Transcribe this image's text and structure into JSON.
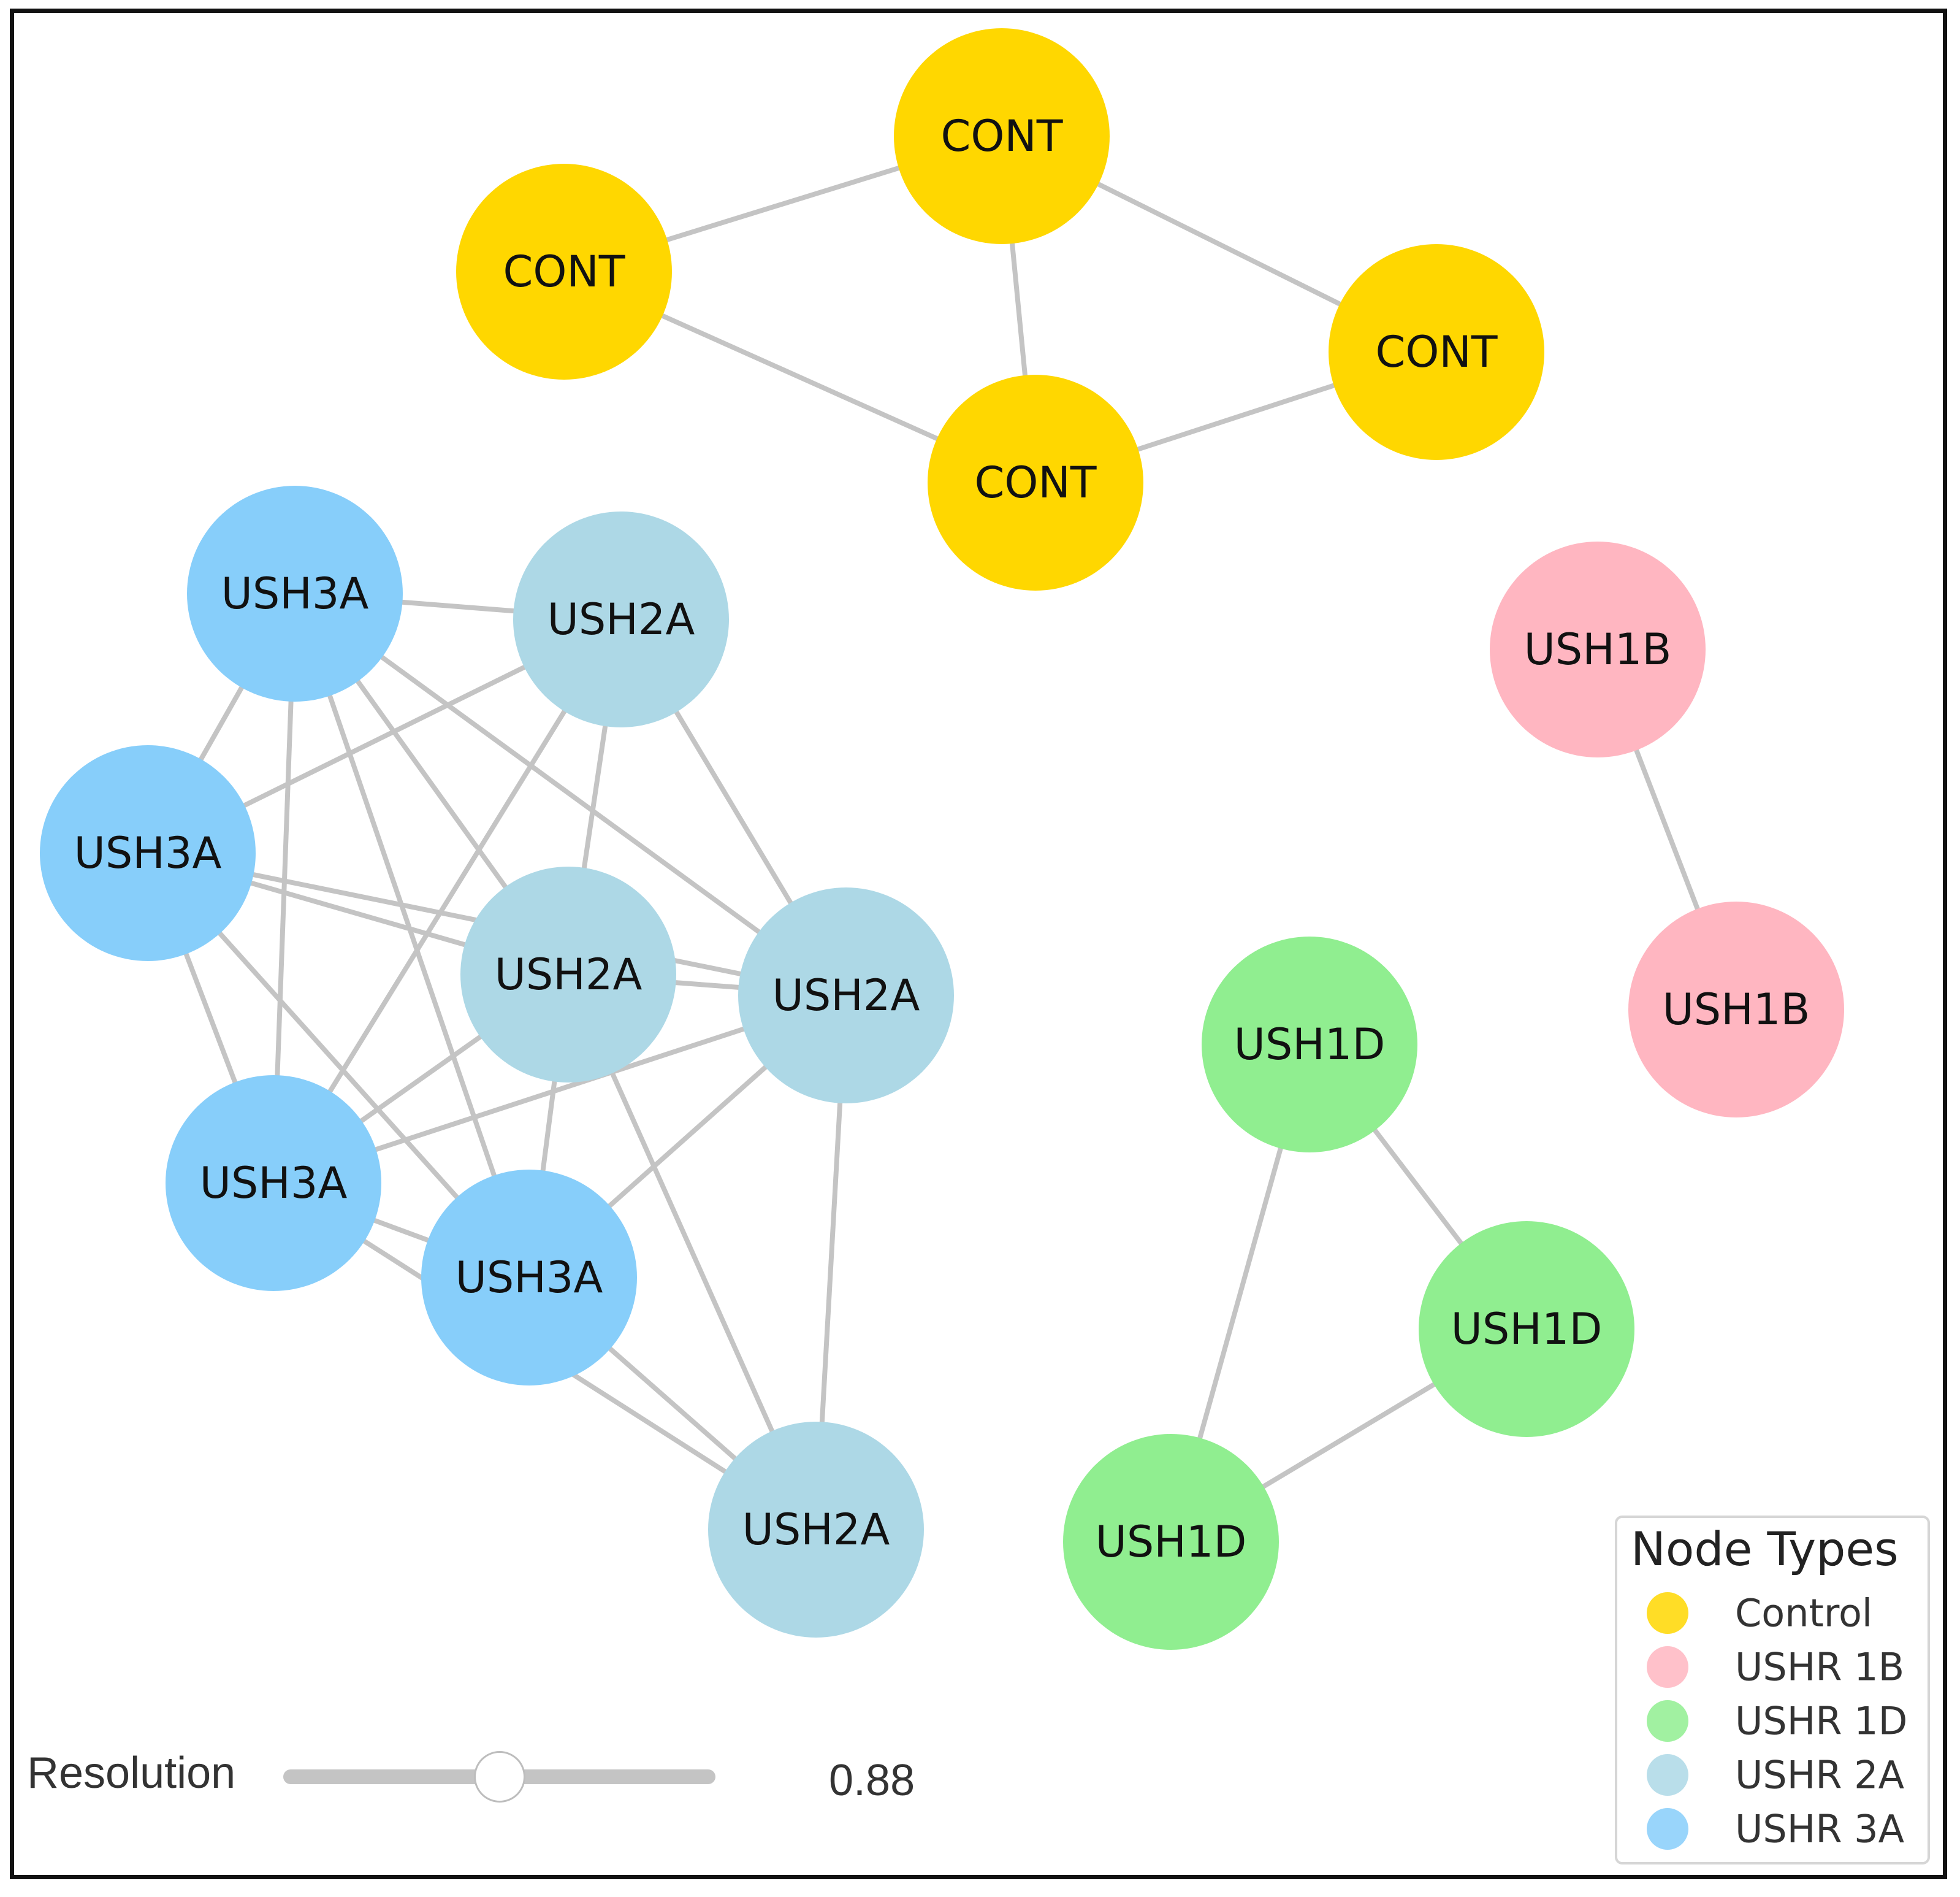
{
  "colors": {
    "control": "#FFD700",
    "ushr_1b": "#FFB6C1",
    "ushr_1d": "#90EE90",
    "ushr_2a": "#ADD8E6",
    "ushr_3a": "#87CEFA",
    "edge": "#c4c4c4"
  },
  "nodes": [
    {
      "id": "c_top",
      "label": "CONT",
      "type": "control"
    },
    {
      "id": "c_left",
      "label": "CONT",
      "type": "control"
    },
    {
      "id": "c_right",
      "label": "CONT",
      "type": "control"
    },
    {
      "id": "c_bottom",
      "label": "CONT",
      "type": "control"
    },
    {
      "id": "b_top",
      "label": "USH1B",
      "type": "ushr_1b"
    },
    {
      "id": "b_bottom",
      "label": "USH1B",
      "type": "ushr_1b"
    },
    {
      "id": "d_top",
      "label": "USH1D",
      "type": "ushr_1d"
    },
    {
      "id": "d_right",
      "label": "USH1D",
      "type": "ushr_1d"
    },
    {
      "id": "d_bottom",
      "label": "USH1D",
      "type": "ushr_1d"
    },
    {
      "id": "a3_top",
      "label": "USH3A",
      "type": "ushr_3a"
    },
    {
      "id": "a3_left",
      "label": "USH3A",
      "type": "ushr_3a"
    },
    {
      "id": "a3_lower",
      "label": "USH3A",
      "type": "ushr_3a"
    },
    {
      "id": "a3_mid",
      "label": "USH3A",
      "type": "ushr_3a"
    },
    {
      "id": "a2_top",
      "label": "USH2A",
      "type": "ushr_2a"
    },
    {
      "id": "a2_center",
      "label": "USH2A",
      "type": "ushr_2a"
    },
    {
      "id": "a2_right",
      "label": "USH2A",
      "type": "ushr_2a"
    },
    {
      "id": "a2_bottom",
      "label": "USH2A",
      "type": "ushr_2a"
    }
  ],
  "edges": [
    [
      "c_left",
      "c_top"
    ],
    [
      "c_left",
      "c_bottom"
    ],
    [
      "c_top",
      "c_bottom"
    ],
    [
      "c_top",
      "c_right"
    ],
    [
      "c_bottom",
      "c_right"
    ],
    [
      "b_top",
      "b_bottom"
    ],
    [
      "d_top",
      "d_right"
    ],
    [
      "d_top",
      "d_bottom"
    ],
    [
      "d_right",
      "d_bottom"
    ],
    [
      "a3_top",
      "a2_top"
    ],
    [
      "a3_top",
      "a3_left"
    ],
    [
      "a3_top",
      "a3_lower"
    ],
    [
      "a3_top",
      "a3_mid"
    ],
    [
      "a3_top",
      "a2_center"
    ],
    [
      "a3_top",
      "a2_right"
    ],
    [
      "a2_top",
      "a3_left"
    ],
    [
      "a2_top",
      "a2_center"
    ],
    [
      "a2_top",
      "a2_right"
    ],
    [
      "a2_top",
      "a3_lower"
    ],
    [
      "a3_left",
      "a2_center"
    ],
    [
      "a3_left",
      "a2_right"
    ],
    [
      "a3_left",
      "a3_lower"
    ],
    [
      "a3_left",
      "a3_mid"
    ],
    [
      "a2_center",
      "a2_right"
    ],
    [
      "a2_center",
      "a3_lower"
    ],
    [
      "a2_center",
      "a3_mid"
    ],
    [
      "a2_center",
      "a2_bottom"
    ],
    [
      "a2_right",
      "a3_lower"
    ],
    [
      "a2_right",
      "a3_mid"
    ],
    [
      "a2_right",
      "a2_bottom"
    ],
    [
      "a3_lower",
      "a3_mid"
    ],
    [
      "a3_lower",
      "a2_bottom"
    ],
    [
      "a3_mid",
      "a2_bottom"
    ]
  ],
  "legend": {
    "title": "Node Types",
    "items": [
      {
        "label": "Control",
        "type": "control"
      },
      {
        "label": "USHR 1B",
        "type": "ushr_1b"
      },
      {
        "label": "USHR 1D",
        "type": "ushr_1d"
      },
      {
        "label": "USHR 2A",
        "type": "ushr_2a"
      },
      {
        "label": "USHR 3A",
        "type": "ushr_3a"
      }
    ]
  },
  "resolution": {
    "label": "Resolution",
    "value": "0.88",
    "fraction": 0.5
  }
}
